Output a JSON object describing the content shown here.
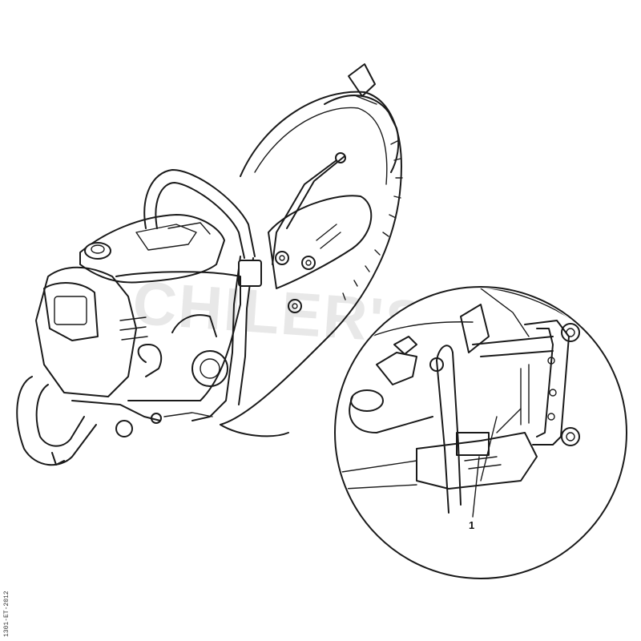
{
  "diagram": {
    "watermark_text": "CHILER'S",
    "callouts": [
      {
        "label": "1"
      }
    ],
    "side_code": "1301-ET-2012"
  }
}
